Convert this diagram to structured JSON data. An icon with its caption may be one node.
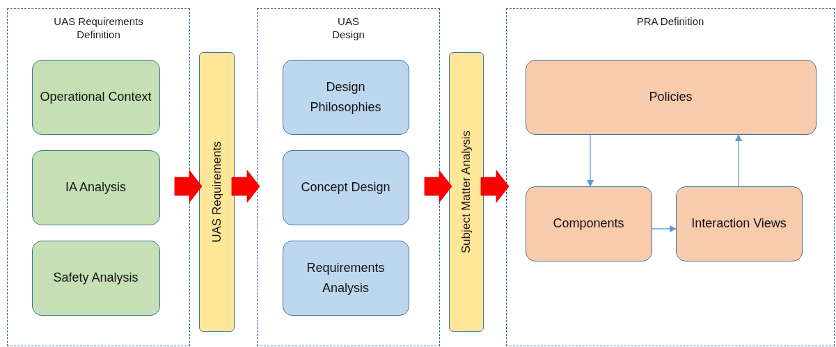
{
  "diagram": {
    "nodes": [
      {
        "text": [
          "UAS Requirements Definition"
        ]
      },
      {
        "text": [
          "Operational Context"
        ],
        "in": 0
      },
      {
        "text": [
          "IA Analysis"
        ],
        "in": 0
      },
      {
        "text": [
          "Safety Analysis"
        ],
        "in": 0
      },
      {
        "text": [
          "UAS Requirements"
        ]
      },
      {
        "text": [
          "UAS Design"
        ]
      },
      {
        "text": [
          "Design Philosophies"
        ],
        "in": 5
      },
      {
        "text": [
          "Concept Design"
        ],
        "in": 5
      },
      {
        "text": [
          "Requirements Analysis"
        ],
        "in": 5
      },
      {
        "text": [
          "Subject Matter Analysis"
        ]
      },
      {
        "text": [
          "PRA Definition"
        ]
      },
      {
        "text": [
          "Policies"
        ],
        "in": 10
      },
      {
        "text": [
          "Components"
        ],
        "in": 10
      },
      {
        "text": [
          "Interaction Views"
        ],
        "in": 10
      }
    ],
    "edges": [
      {
        "from": 0,
        "to": 4,
        "arrow": "to",
        "style": "thick",
        "color": "#ff0000"
      },
      {
        "from": 4,
        "to": 5,
        "arrow": "to",
        "style": "thick",
        "color": "#ff0000"
      },
      {
        "from": 5,
        "to": 9,
        "arrow": "to",
        "style": "thick",
        "color": "#ff0000"
      },
      {
        "from": 9,
        "to": 10,
        "arrow": "to",
        "style": "thick",
        "color": "#ff0000"
      },
      {
        "from": 11,
        "to": 12,
        "arrow": "to"
      },
      {
        "from": 12,
        "to": 13,
        "arrow": "to"
      },
      {
        "from": 13,
        "to": 11,
        "arrow": "to"
      }
    ]
  }
}
